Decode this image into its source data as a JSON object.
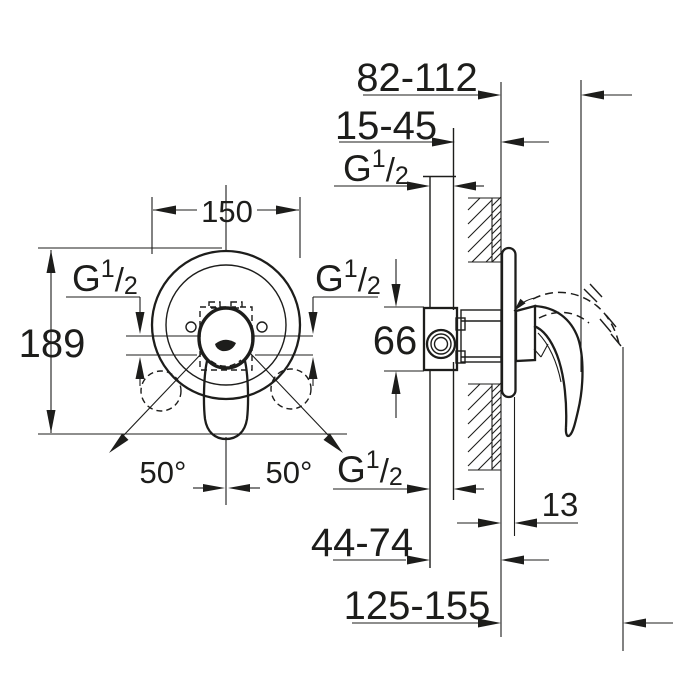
{
  "labels": {
    "g_half": {
      "base": "G",
      "sup": "1",
      "slash": "/",
      "sub": "2"
    }
  },
  "dimensions": {
    "plate_diameter": "150",
    "total_height": "189",
    "swing_angle_left": "50°",
    "swing_angle_right": "50°",
    "wall_to_handle": "82-112",
    "pipe_recess_depth": "15-45",
    "escutcheon_thickness": "13",
    "connection_height": "66",
    "body_recess_depth": "44-74",
    "handle_projection": "125-155"
  },
  "colors": {
    "line": "#1d1d1b",
    "background": "#ffffff"
  }
}
